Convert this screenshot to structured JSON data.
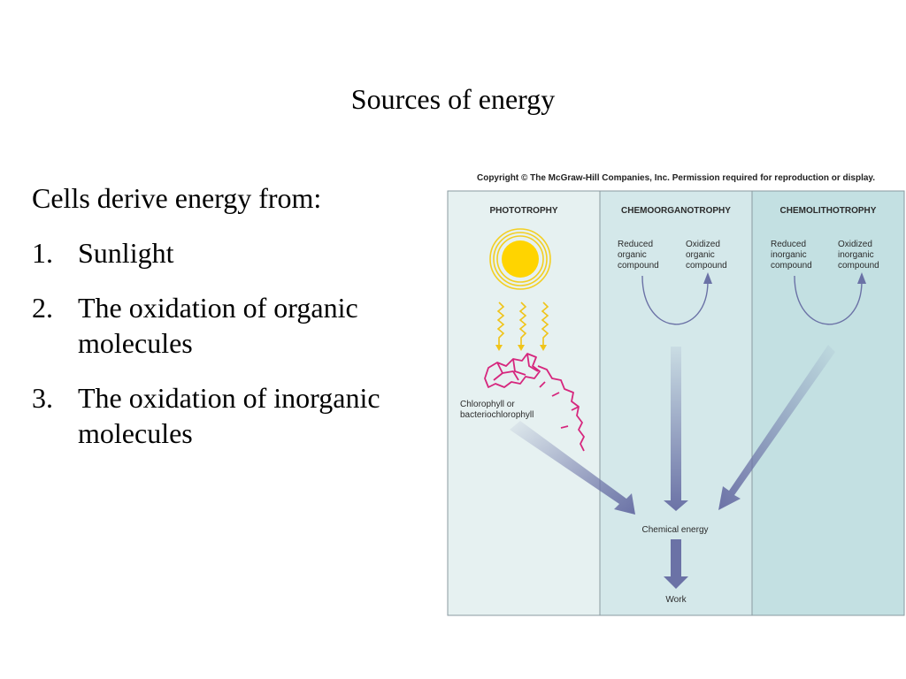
{
  "slide": {
    "title": "Sources of energy",
    "intro": "Cells derive energy from:",
    "items": [
      {
        "num": "1.",
        "text": "Sunlight"
      },
      {
        "num": "2.",
        "text": "The oxidation of organic molecules"
      },
      {
        "num": "3.",
        "text": "The oxidation of inorganic molecules"
      }
    ]
  },
  "figure": {
    "copyright": "Copyright © The McGraw-Hill Companies, Inc. Permission required for reproduction or display.",
    "columns": {
      "phototrophy": "PHOTOTROPHY",
      "chemoorganotrophy": "CHEMOORGANOTROPHY",
      "chemolithotrophy": "CHEMOLITHOTROPHY"
    },
    "pigment_label": [
      "Chlorophyll or",
      "bacteriochlorophyll"
    ],
    "organic": {
      "reduced": [
        "Reduced",
        "organic",
        "compound"
      ],
      "oxidized": [
        "Oxidized",
        "organic",
        "compound"
      ]
    },
    "inorganic": {
      "reduced": [
        "Reduced",
        "inorganic",
        "compound"
      ],
      "oxidized": [
        "Oxidized",
        "inorganic",
        "compound"
      ]
    },
    "chemical_energy": "Chemical energy",
    "work": "Work",
    "colors": {
      "panel1": "#e6f1f1",
      "panel2": "#d4e8ea",
      "panel3": "#c3e0e2",
      "border": "#8a9aa0",
      "sun": "#ffd400",
      "sun_ring": "#f3cf22",
      "chlorophyll": "#d6267d",
      "arrow": "#6b72a6"
    }
  }
}
